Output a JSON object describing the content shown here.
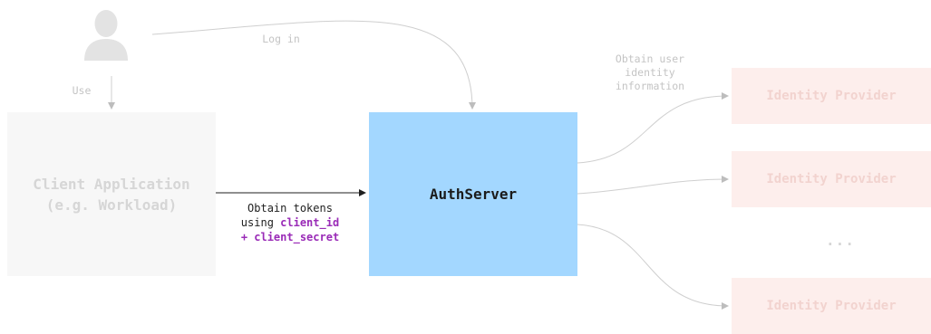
{
  "diagram": {
    "user_edge_label_use": "Use",
    "user_edge_label_login": "Log in",
    "idp_edge_label": [
      "Obtain user",
      "identity",
      "information"
    ],
    "client_box": {
      "line1": "Client Application",
      "line2": "(e.g. Workload)"
    },
    "auth_box": {
      "label": "AuthServer"
    },
    "token_edge_label": {
      "line1": "Obtain tokens",
      "line2_prefix": "using ",
      "line2_code": "client_id",
      "line3_code": "+ client_secret"
    },
    "identity_providers": [
      "Identity Provider",
      "Identity Provider",
      "Identity Provider"
    ],
    "ellipsis": "...",
    "colors": {
      "auth_box": "#a3d7ff",
      "client_box": "#f7f7f7",
      "idp_box": "#fdeeec",
      "code_highlight": "#9a2bb7",
      "faded_text": "#c4c4c4"
    }
  }
}
